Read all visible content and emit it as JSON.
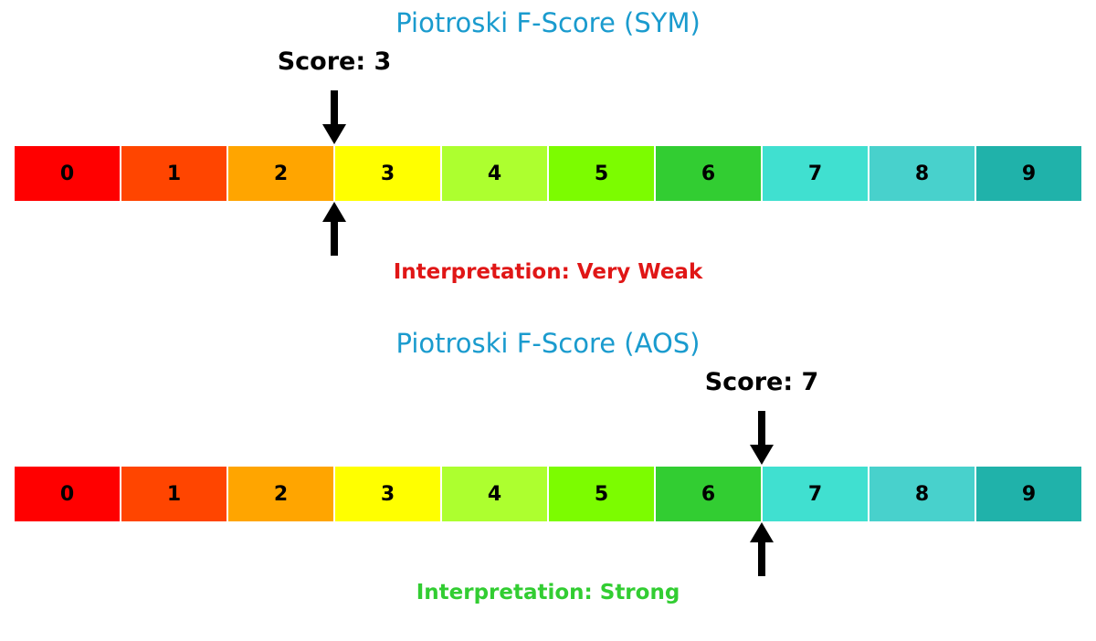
{
  "style": {
    "background": "#ffffff",
    "title_color": "#1a9bce",
    "score_label_color": "#000000",
    "arrow_color": "#000000",
    "segment_edge_color": "#ffffff",
    "segment_label_color": "#000000"
  },
  "chart_data": [
    {
      "type": "bar",
      "subtype": "score-scale",
      "title": "Piotroski F-Score (SYM)",
      "categories": [
        "0",
        "1",
        "2",
        "3",
        "4",
        "5",
        "6",
        "7",
        "8",
        "9"
      ],
      "segment_colors": [
        "#ff0000",
        "#ff4500",
        "#ffa500",
        "#ffff00",
        "#adff2f",
        "#7cfc00",
        "#32cd32",
        "#40e0d0",
        "#48d1cc",
        "#20b2aa"
      ],
      "score": 3,
      "score_label": "Score: 3",
      "interpretation": "Interpretation: Very Weak",
      "interpretation_color": "#e01616",
      "xlim": [
        0,
        10
      ],
      "grid": false,
      "legend": false,
      "marker": "double arrow (above and below bar) at value 3"
    },
    {
      "type": "bar",
      "subtype": "score-scale",
      "title": "Piotroski F-Score (AOS)",
      "categories": [
        "0",
        "1",
        "2",
        "3",
        "4",
        "5",
        "6",
        "7",
        "8",
        "9"
      ],
      "segment_colors": [
        "#ff0000",
        "#ff4500",
        "#ffa500",
        "#ffff00",
        "#adff2f",
        "#7cfc00",
        "#32cd32",
        "#40e0d0",
        "#48d1cc",
        "#20b2aa"
      ],
      "score": 7,
      "score_label": "Score: 7",
      "interpretation": "Interpretation: Strong",
      "interpretation_color": "#32cd32",
      "xlim": [
        0,
        10
      ],
      "grid": false,
      "legend": false,
      "marker": "double arrow (above and below bar) at value 7"
    }
  ]
}
